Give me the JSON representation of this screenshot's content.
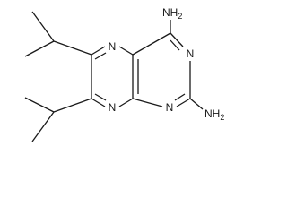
{
  "molecule": {
    "atoms": {
      "n5": "N",
      "n8": "N",
      "n3": "N",
      "n1": "N",
      "nh2_top": "NH",
      "nh2_top_sub": "2",
      "nh2_right": "NH",
      "nh2_right_sub": "2"
    },
    "colors": {
      "bond": "#1a1a1a",
      "background": "#ffffff"
    }
  }
}
